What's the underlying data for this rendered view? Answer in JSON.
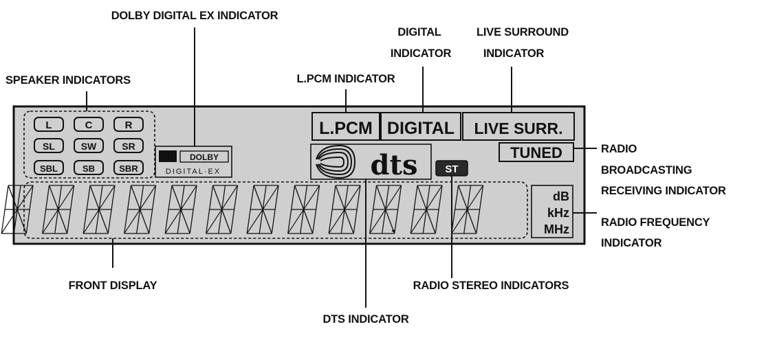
{
  "callouts": {
    "dolby_ex": "DOLBY DIGITAL EX INDICATOR",
    "digital": [
      "DIGITAL",
      "INDICATOR"
    ],
    "live_surround": [
      "LIVE SURROUND",
      "INDICATOR"
    ],
    "speaker": "SPEAKER INDICATORS",
    "lpcm": "L.PCM INDICATOR",
    "radio_receiving": [
      "RADIO",
      "BROADCASTING",
      "RECEIVING INDICATOR"
    ],
    "radio_frequency": [
      "RADIO FREQUENCY",
      "INDICATOR"
    ],
    "front_display": "FRONT DISPLAY",
    "radio_stereo": "RADIO STEREO INDICATORS",
    "dts": "DTS INDICATOR"
  },
  "speakers": [
    [
      "L",
      "C",
      "R"
    ],
    [
      "SL",
      "SW",
      "SR"
    ],
    [
      "SBL",
      "SB",
      "SBR"
    ]
  ],
  "dolby_logo": {
    "brand": "DOLBY",
    "sub": "DIGITAL·EX"
  },
  "indicators": {
    "lpcm": "L.PCM",
    "digital": "DIGITAL",
    "live_surr": "LIVE SURR.",
    "tuned": "TUNED",
    "stereo": "ST",
    "dts": "dts"
  },
  "units": [
    "dB",
    "kHz",
    "MHz"
  ],
  "digit_count": 12,
  "colors": {
    "panel": "#cfcfcf",
    "ink": "#111111",
    "background": "#ffffff"
  }
}
